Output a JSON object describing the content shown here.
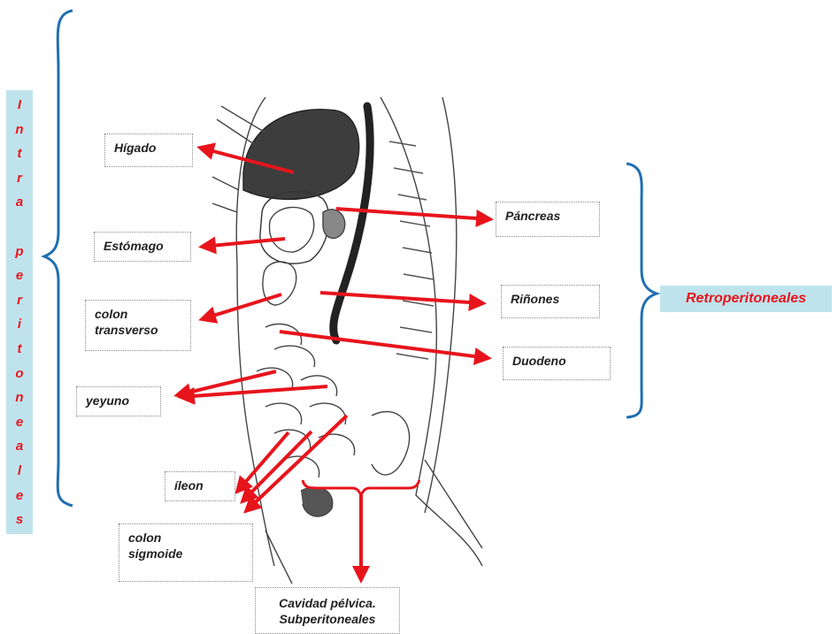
{
  "diagram": {
    "intraperitoneal_letters": [
      "I",
      "n",
      "t",
      "r",
      "a",
      "",
      "p",
      "e",
      "r",
      "i",
      "t",
      "o",
      "n",
      "e",
      "a",
      "l",
      "e",
      "s"
    ],
    "retroperitoneal_label": "Retroperitoneales",
    "organ_labels": {
      "higado": "Hígado",
      "estomago": "Estómago",
      "colon_transverso": [
        "colon",
        "transverso"
      ],
      "yeyuno": "yeyuno",
      "ileon": "íleon",
      "colon_sigmoide": [
        "colon",
        "sigmoide"
      ],
      "cavidad_pelvica": [
        "Cavidad pélvica.",
        "Subperitoneales"
      ],
      "pancreas": "Páncreas",
      "rinones": "Riñones",
      "duodeno": "Duodeno"
    },
    "colors": {
      "arrow": "#e8141c",
      "brace": "#1f6fb2",
      "banner": "#bfe3ec",
      "banner_text": "#e8141c"
    }
  }
}
